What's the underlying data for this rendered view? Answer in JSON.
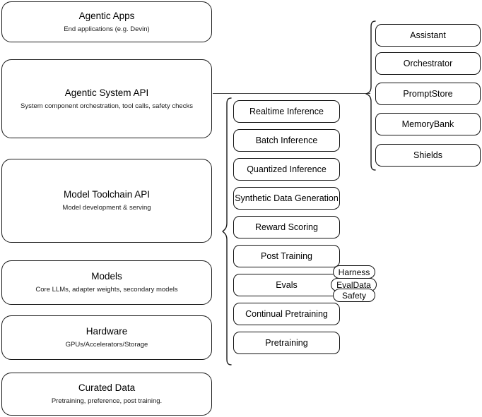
{
  "diagram": {
    "background_color": "#ffffff",
    "stroke_color": "#1a1a1a",
    "connector_color": "#4a4a4a"
  },
  "left_stack": [
    {
      "title": "Agentic Apps",
      "subtitle": "End applications (e.g. Devin)"
    },
    {
      "title": "Agentic System API",
      "subtitle": "System component orchestration, tool calls, safety checks"
    },
    {
      "title": "Model Toolchain API",
      "subtitle": "Model development & serving"
    },
    {
      "title": "Models",
      "subtitle": "Core LLMs, adapter weights, secondary models"
    },
    {
      "title": "Hardware",
      "subtitle": "GPUs/Accelerators/Storage"
    },
    {
      "title": "Curated Data",
      "subtitle": "Pretraining, preference, post training."
    }
  ],
  "agentic_system_components": [
    {
      "label": "Assistant"
    },
    {
      "label": "Orchestrator"
    },
    {
      "label": "PromptStore"
    },
    {
      "label": "MemoryBank"
    },
    {
      "label": "Shields"
    }
  ],
  "model_toolchain_components": [
    {
      "label": "Realtime Inference"
    },
    {
      "label": "Batch Inference"
    },
    {
      "label": "Quantized Inference"
    },
    {
      "label": "Synthetic Data Generation"
    },
    {
      "label": "Reward Scoring"
    },
    {
      "label": "Post Training"
    },
    {
      "label": "Evals"
    },
    {
      "label": "Continual Pretraining"
    },
    {
      "label": "Pretraining"
    }
  ],
  "evals_subcomponents": [
    {
      "label": "Harness"
    },
    {
      "label": "EvalData"
    },
    {
      "label": "Safety"
    }
  ]
}
